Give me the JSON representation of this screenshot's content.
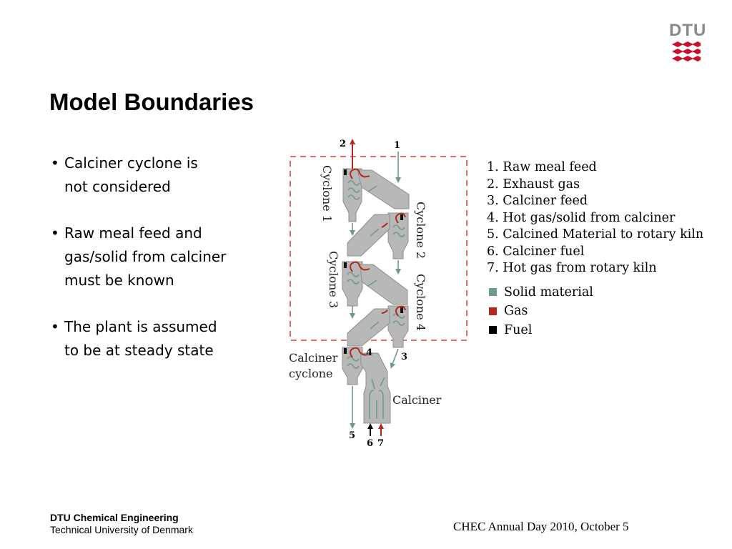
{
  "brand": {
    "logo_text": "DTU",
    "logo_color": "#8a8a8a",
    "logo_accent": "#c8102e"
  },
  "slide": {
    "title": "Model Boundaries",
    "bullets": [
      {
        "lines": [
          "Calciner cyclone is",
          "not considered"
        ]
      },
      {
        "lines": [
          "Raw meal feed and",
          "gas/solid from calciner",
          "must be known"
        ]
      },
      {
        "lines": [
          "The plant is assumed",
          "to be at steady state"
        ]
      }
    ]
  },
  "diagram": {
    "labels": {
      "cyclone_1": "Cyclone 1",
      "cyclone_2": "Cyclone 2",
      "cyclone_3": "Cyclone 3",
      "cyclone_4": "Cyclone 4",
      "calciner_cyclone_line1": "Calciner",
      "calciner_cyclone_line2": "cyclone",
      "calciner": "Calciner"
    },
    "stream_numbers": {
      "s1": "1",
      "s2": "2",
      "s3": "3",
      "s4": "4",
      "s5": "5",
      "s6": "6",
      "s7": "7"
    },
    "legend": [
      "1. Raw meal feed",
      "2. Exhaust gas",
      "3. Calciner feed",
      "4. Hot gas/solid from calciner",
      "5. Calcined Material to rotary kiln",
      "6. Calciner fuel",
      "7. Hot gas from rotary kiln"
    ],
    "key": [
      {
        "label": "Solid material",
        "color": "#6f9a85"
      },
      {
        "label": "Gas",
        "color": "#b3281e"
      },
      {
        "label": "Fuel",
        "color": "#000000"
      }
    ],
    "colors": {
      "equipment": "#b8b8b8",
      "boundary": "#e05a5a"
    }
  },
  "footer": {
    "org_line1": "DTU Chemical Engineering",
    "org_line2": "Technical University of Denmark",
    "event": "CHEC Annual Day 2010, October 5"
  }
}
